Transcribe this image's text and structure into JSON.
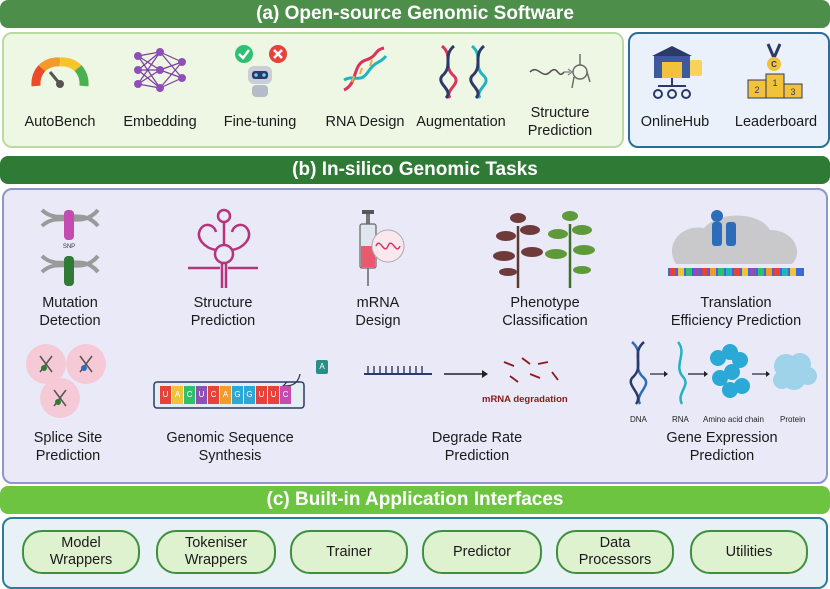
{
  "section_a": {
    "title": "(a) Open-source Genomic Software",
    "items": [
      {
        "label": "AutoBench",
        "icon": "gauge-icon"
      },
      {
        "label": "Embedding",
        "icon": "neural-network-icon"
      },
      {
        "label": "Fine-tuning",
        "icon": "robot-icon"
      },
      {
        "label": "RNA Design",
        "icon": "rna-helix-icon"
      },
      {
        "label": "Augmentation",
        "icon": "double-helix-icon"
      },
      {
        "label": "Structure\nPrediction",
        "icon": "structure-fold-icon"
      }
    ],
    "hub_items": [
      {
        "label": "OnlineHub",
        "icon": "hub-store-icon"
      },
      {
        "label": "Leaderboard",
        "icon": "podium-icon"
      }
    ],
    "podium_numbers": [
      "2",
      "1",
      "3"
    ]
  },
  "section_b": {
    "title": "(b) In-silico Genomic Tasks",
    "tasks": [
      {
        "label": "Mutation\nDetection",
        "icon": "snp-dna-icon"
      },
      {
        "label": "Structure\nPrediction",
        "icon": "rna-hairpin-icon"
      },
      {
        "label": "mRNA\nDesign",
        "icon": "syringe-icon"
      },
      {
        "label": "Phenotype\nClassification",
        "icon": "plants-icon"
      },
      {
        "label": "Translation\nEfficiency Prediction",
        "icon": "ribosome-icon"
      },
      {
        "label": "Splice Site\nPrediction",
        "icon": "splice-cells-icon"
      },
      {
        "label": "Genomic Sequence\nSynthesis",
        "icon": "sequence-strand-icon"
      },
      {
        "label": "Degrade Rate\nPrediction",
        "icon": "degradation-icon"
      },
      {
        "label": "Gene Expression\nPrediction",
        "icon": "expression-pipeline-icon"
      }
    ],
    "snp_label": "SNP",
    "sequence_letters": [
      "U",
      "A",
      "C",
      "U",
      "C",
      "A",
      "G",
      "G",
      "U",
      "U",
      "C"
    ],
    "incoming_base": "A",
    "degradation_label": "mRNA degradation",
    "expression_steps": [
      "DNA",
      "RNA",
      "Amino acid chain",
      "Protein"
    ]
  },
  "section_c": {
    "title": "(c) Built-in Application Interfaces",
    "buttons": [
      "Model\nWrappers",
      "Tokeniser\nWrappers",
      "Trainer",
      "Predictor",
      "Data\nProcessors",
      "Utilities"
    ]
  },
  "colors": {
    "banner_a": "#4d8f4a",
    "banner_b": "#2f7a35",
    "banner_c": "#6cc440",
    "panel_a_bg": "#eef7e4",
    "panel_b_bg": "#e9e9f8",
    "panel_c_bg": "#e8f2f6",
    "pill_bg": "#dff2d0",
    "pill_border": "#3f8f3e"
  }
}
